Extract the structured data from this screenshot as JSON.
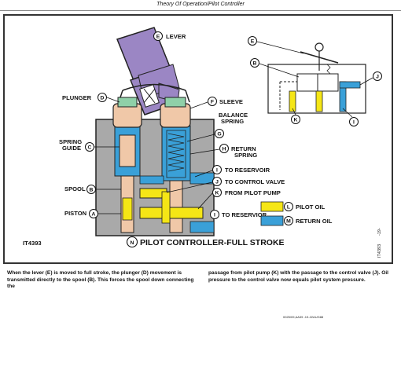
{
  "header": {
    "title": "Theory Of Operation/Pilot Controller"
  },
  "figure": {
    "labels": {
      "lever": "LEVER",
      "plunger": "PLUNGER",
      "sleeve": "SLEEVE",
      "balance_spring": "BALANCE\nSPRING",
      "spring_guide": "SPRING\nGUIDE",
      "return_spring": "RETURN\nSPRING",
      "to_reservoir_1": "TO RESERVOIR",
      "to_control_valve": "TO CONTROL VALVE",
      "from_pilot_pump": "FROM PILOT PUMP",
      "spool": "SPOOL",
      "piston": "PISTON",
      "to_reservoir_2": "TO RESERVIOR",
      "pilot_oil": "PILOT OIL",
      "return_oil": "RETURN OIL"
    },
    "letters": {
      "A": "A",
      "B": "B",
      "C": "C",
      "D": "D",
      "E": "E",
      "F": "F",
      "G": "G",
      "H": "H",
      "I": "I",
      "J": "J",
      "K": "K",
      "L": "L",
      "M": "M",
      "N": "N"
    },
    "figure_id": "IT4393",
    "side_mark": "-19-",
    "side_id": "IT4393",
    "caption": "PILOT CONTROLLER-FULL STROKE"
  },
  "colors": {
    "pilot_oil": "#f5e616",
    "return_oil": "#3aa0d8",
    "lever": "#9b86c4",
    "body": "#a9a9a9",
    "plunger": "#f0c8a8"
  },
  "body": {
    "left": "When the lever (E) is moved to full stroke, the plunger (D) movement is transmitted directly to the spool (B). This forces the spool down connecting the",
    "right": "passage from pilot pump (K) with the passage to the control valve (J). Oil pressure to the control valve now equals pilot system pressure."
  },
  "footer": {
    "code": "0025/09,AA39    -19-22AUG88"
  }
}
